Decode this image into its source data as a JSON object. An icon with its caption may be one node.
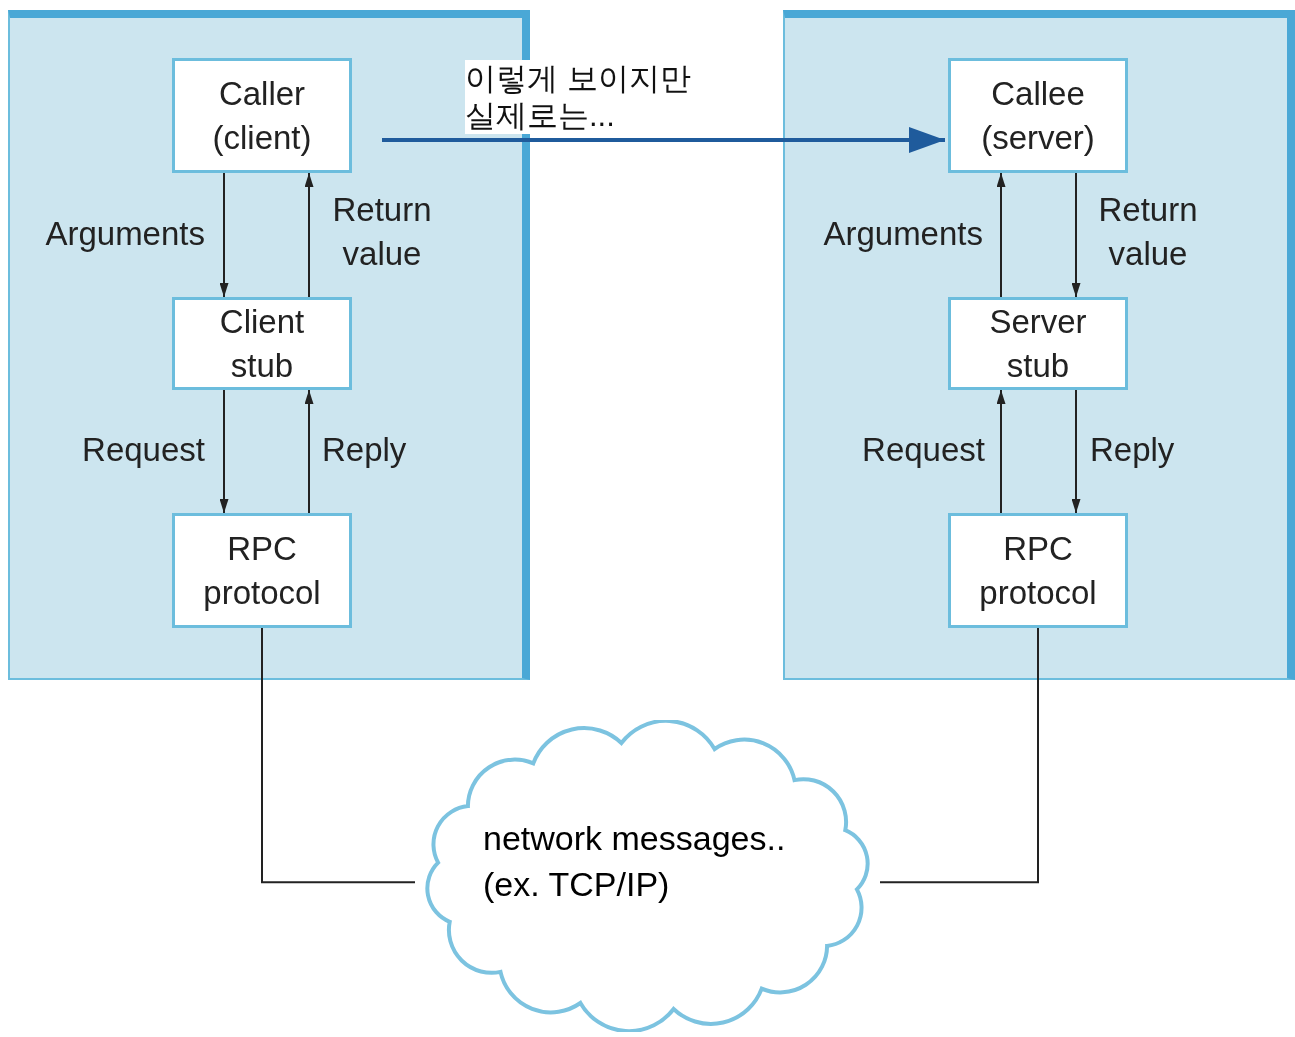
{
  "diagram": {
    "nodes": [
      {
        "text": [],
        "shape": "box"
      },
      {
        "text": [
          "Caller (client)"
        ],
        "in": 0
      },
      {
        "text": [
          "Client stub"
        ],
        "in": 0
      },
      {
        "text": [
          "RPC protocol"
        ],
        "in": 0
      },
      {
        "text": [],
        "shape": "box"
      },
      {
        "text": [
          "Callee (server)"
        ],
        "in": 4
      },
      {
        "text": [
          "Server stub"
        ],
        "in": 4
      },
      {
        "text": [
          "RPC protocol"
        ],
        "in": 4
      },
      {
        "text": [
          "network messages.. (ex. TCP/IP)"
        ]
      }
    ],
    "edges": [
      {
        "from": 1,
        "to": 2,
        "arrow": "to",
        "label": "Arguments"
      },
      {
        "from": 2,
        "to": 1,
        "arrow": "to",
        "label": "Return value"
      },
      {
        "from": 2,
        "to": 3,
        "arrow": "to",
        "label": "Request"
      },
      {
        "from": 3,
        "to": 2,
        "arrow": "to",
        "label": "Reply"
      },
      {
        "from": 6,
        "to": 5,
        "arrow": "to",
        "label": "Arguments"
      },
      {
        "from": 5,
        "to": 6,
        "arrow": "to",
        "label": "Return value"
      },
      {
        "from": 7,
        "to": 6,
        "arrow": "to",
        "label": "Request"
      },
      {
        "from": 6,
        "to": 7,
        "arrow": "to",
        "label": "Reply"
      },
      {
        "from": 3,
        "to": 8,
        "arrow": "none"
      },
      {
        "from": 7,
        "to": 8,
        "arrow": "none"
      },
      {
        "from": 1,
        "to": 5,
        "arrow": "to",
        "label": "이렇게 보이지만 실제로는...",
        "style": "thick",
        "color": "#1f5b9c"
      }
    ]
  }
}
